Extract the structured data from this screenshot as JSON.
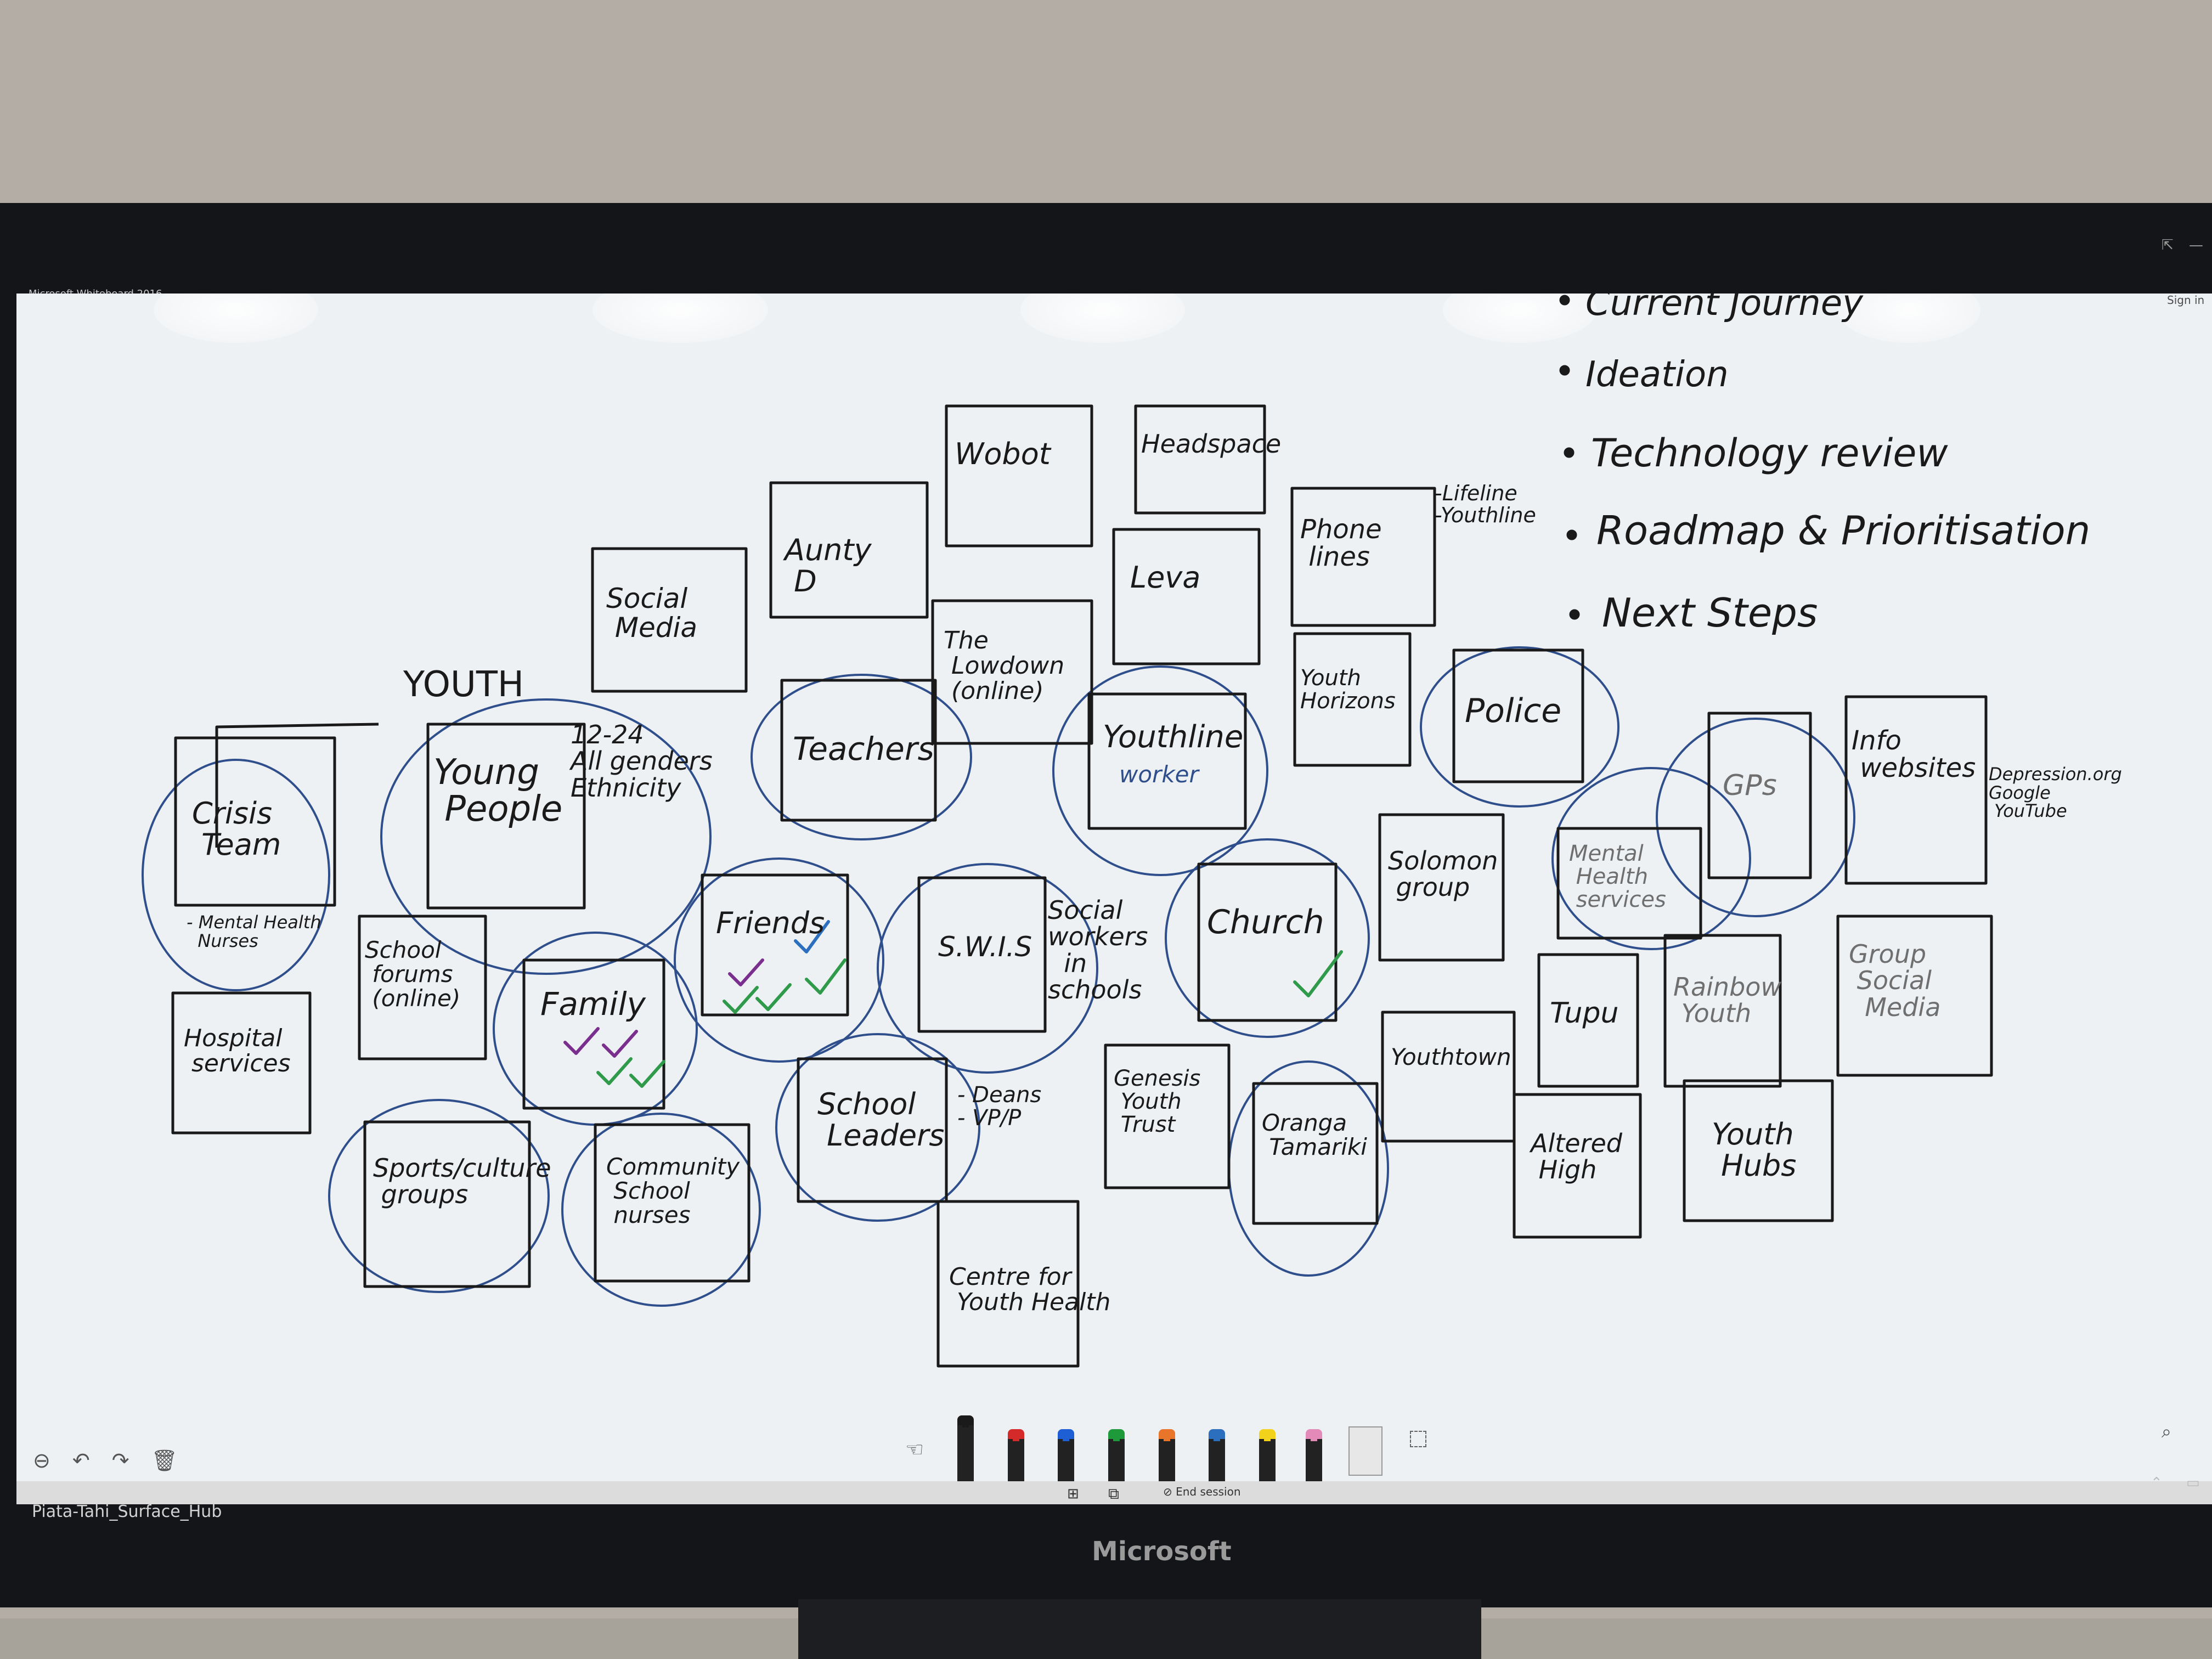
{
  "app": {
    "title": "Microsoft Whiteboard 2016",
    "sign_in": "Sign in",
    "window_controls": [
      "⇱",
      "—"
    ]
  },
  "agenda": [
    "Current Journey",
    "Ideation",
    "Technology review",
    "Roadmap & Prioritisation",
    "Next Steps"
  ],
  "cards": {
    "wobot": "Wobot",
    "headspace": "Headspace",
    "aunty": "Aunty\n D",
    "social_media": "Social\n Media",
    "phone_lines": "Phone\n lines",
    "phone_lines_notes": "-Lifeline\n-Youthline",
    "leva": "Leva",
    "lowdown": "The\n Lowdown\n (online)",
    "youth_title": "YOUTH",
    "young_people": "Young\n People",
    "youth_notes": "12-24\nAll genders\nEthnicity",
    "crisis_team": "Crisis\n Team",
    "crisis_notes": "- Mental Health\n  Nurses",
    "teachers": "Teachers",
    "youthline_worker": "Youthline",
    "youthline_worker_sub": "worker",
    "youth_horizons": "Youth\nHorizons",
    "police": "Police",
    "gps": "GPs",
    "info_websites": "Info\n websites",
    "info_websites_notes": "Depression.org\nGoogle\n YouTube",
    "school_forums": "School\n forums\n (online)",
    "family": "Family",
    "friends": "Friends",
    "swis": "S.W.I.S",
    "swis_notes": "Social\nworkers\n  in\nschools",
    "church": "Church",
    "solomon_group": "Solomon\n group",
    "mental_health_services": "Mental\n Health\n services",
    "tupu": "Tupu",
    "rainbow_youth": "Rainbow\n Youth",
    "group_social_media": "Group\n Social\n  Media",
    "hospital_services": "Hospital\n services",
    "sports_culture": "Sports/culture\n groups",
    "community_nurses": "Community\n School\n nurses",
    "school_leaders": "School\n Leaders",
    "school_leaders_notes": "- Deans\n- VP/P",
    "genesis_youth_trust": "Genesis\n Youth\n Trust",
    "centre_youth_health": "Centre for\n Youth Health",
    "orapa_tamariki": "Oranga\n Tamariki",
    "youthtown": "Youthtown",
    "altered_high": "Altered\n High",
    "youth_hubs": "Youth\n Hubs"
  },
  "toolbar": {
    "left_tools": [
      "⊖",
      "↶",
      "↷",
      "🗑"
    ],
    "touch_icon": "☜",
    "pen_colors": [
      "#1a1a1a",
      "#d42a2a",
      "#1f5fd6",
      "#1f9a3a",
      "#e8752a",
      "#2c6fbf",
      "#f3d21b",
      "#e48ab8"
    ],
    "right_tools": [
      "⌕"
    ]
  },
  "taskbar": {
    "start_icon": "⊞",
    "task_view_icon": "⧉",
    "end_session": "⊘ End session",
    "tray": [
      "⌃",
      "▭"
    ]
  },
  "device": {
    "hub_name": "Piata-Tahi_Surface_Hub",
    "brand": "Microsoft"
  },
  "colors": {
    "ink": "#1a1a1a",
    "blue_ink": "#2f4f8c",
    "green_tick": "#2e9a4a",
    "purple_tick": "#7a2f8f"
  }
}
